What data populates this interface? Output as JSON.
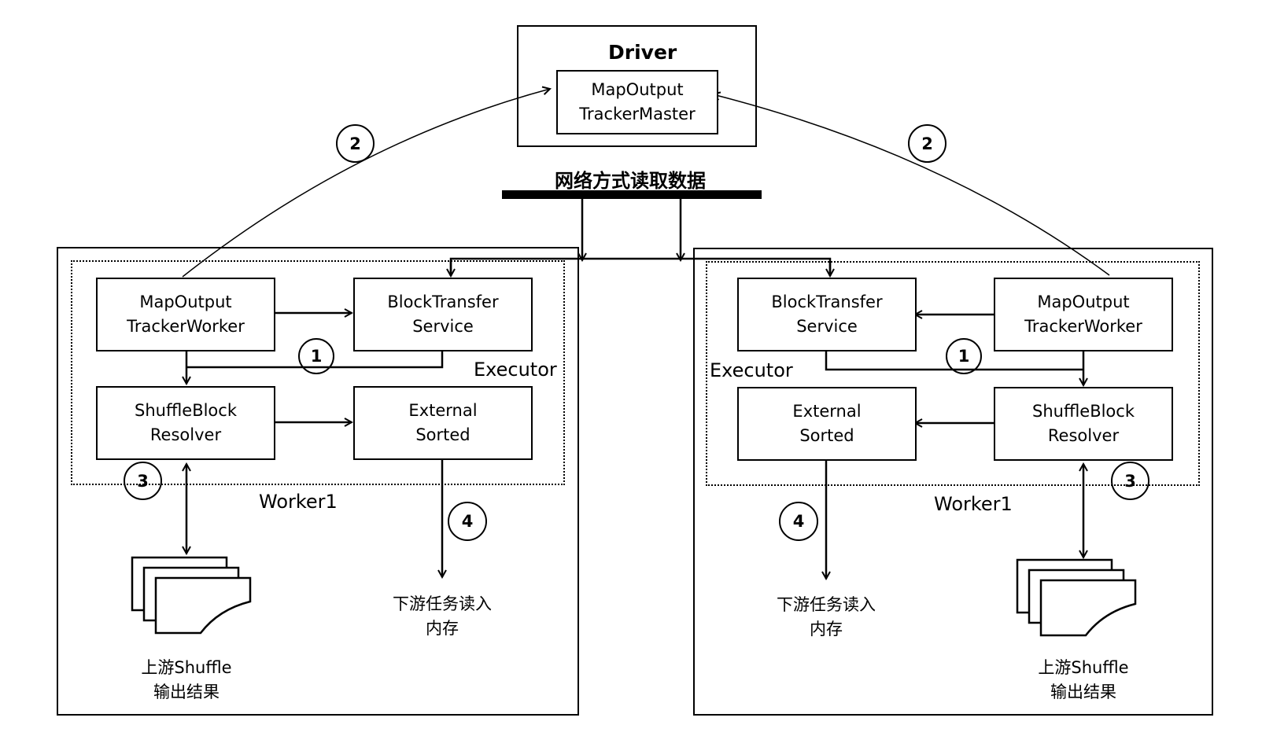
{
  "driver": {
    "title": "Driver",
    "tracker_master": [
      "MapOutput",
      "TrackerMaster"
    ]
  },
  "network": {
    "label": "网络方式读取数据"
  },
  "left": {
    "worker_label": "Worker1",
    "executor_label": "Executor",
    "tracker_worker": [
      "MapOutput",
      "TrackerWorker"
    ],
    "block_transfer": [
      "BlockTransfer",
      "Service"
    ],
    "resolver": [
      "ShuffleBlock",
      "Resolver"
    ],
    "external": [
      "External",
      "Sorted"
    ],
    "files_caption": [
      "上游Shuffle",
      "输出结果"
    ],
    "memory_caption": [
      "下游任务读入",
      "内存"
    ]
  },
  "right": {
    "worker_label": "Worker1",
    "executor_label": "Executor",
    "tracker_worker": [
      "MapOutput",
      "TrackerWorker"
    ],
    "block_transfer": [
      "BlockTransfer",
      "Service"
    ],
    "resolver": [
      "ShuffleBlock",
      "Resolver"
    ],
    "external": [
      "External",
      "Sorted"
    ],
    "files_caption": [
      "上游Shuffle",
      "输出结果"
    ],
    "memory_caption": [
      "下游任务读入",
      "内存"
    ]
  },
  "steps": {
    "one": "1",
    "two": "2",
    "three": "3",
    "four": "4"
  }
}
